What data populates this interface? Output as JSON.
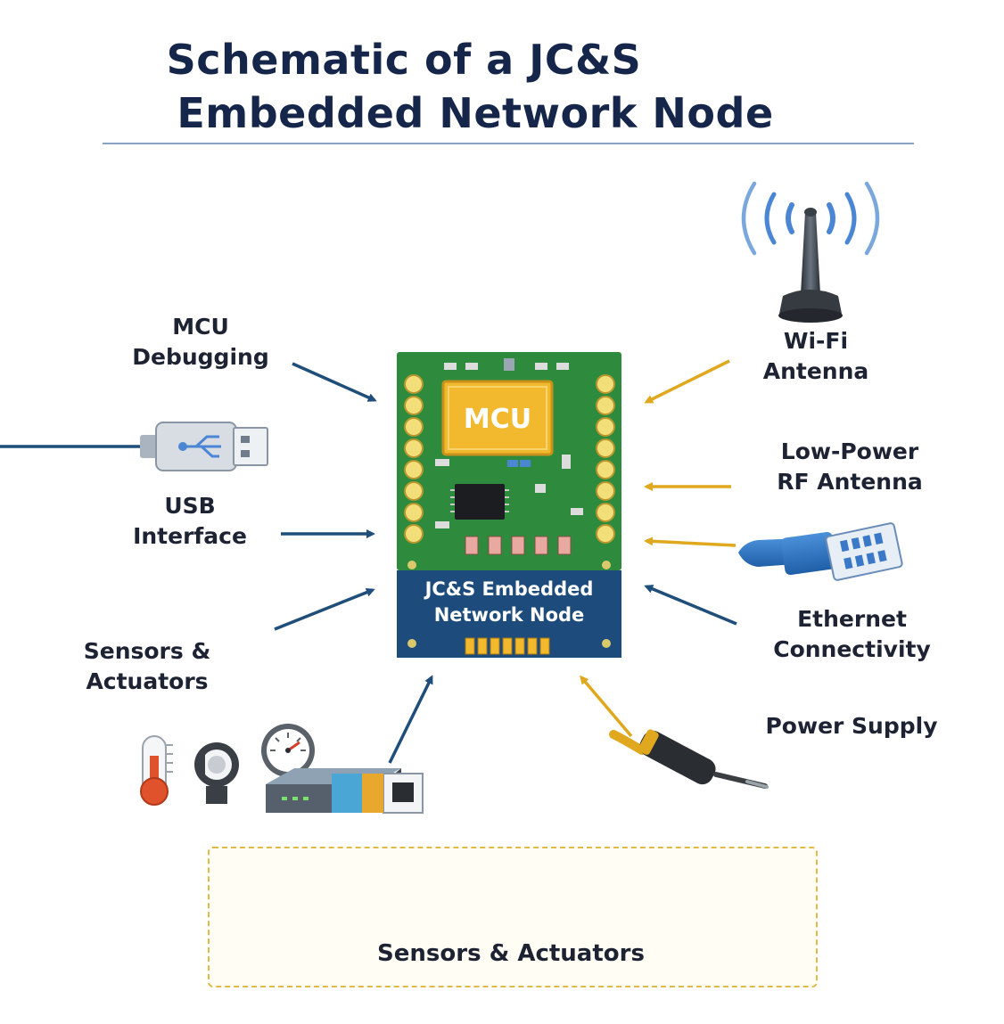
{
  "title": {
    "line1": "Schematic of a JC&S",
    "line2": "Embedded Network Node"
  },
  "board": {
    "chip_label": "MCU",
    "footer_line1": "JC&S Embedded",
    "footer_line2": "Network Node"
  },
  "labels": {
    "mcu_debugging": [
      "MCU",
      "Debugging"
    ],
    "usb_interface": [
      "USB",
      "Interface"
    ],
    "sensors_actuators": [
      "Sensors &",
      "Actuators"
    ],
    "wifi_antenna": [
      "Wi-Fi",
      "Antenna"
    ],
    "rf_antenna": [
      "Low-Power",
      "RF Antenna"
    ],
    "ethernet": [
      "Ethernet",
      "Connectivity"
    ],
    "power_supply": "Power Supply"
  },
  "iot_box": {
    "label": "Sensors & Actuators"
  },
  "colors": {
    "navy_arrow": "#1f4e7a",
    "gold_arrow": "#e0a81e",
    "pcb_green": "#2e8b3e",
    "board_footer": "#1c4b7c",
    "chip_gold": "#f2b92e",
    "title_navy": "#15264a"
  },
  "icons": [
    "usb-plug-icon",
    "antenna-icon",
    "ethernet-cable-icon",
    "power-plug-icon",
    "thermometer-icon",
    "sensor-icon",
    "gauge-icon",
    "network-module-icon",
    "phone-icon",
    "laptop-icon",
    "wifi-icon"
  ]
}
